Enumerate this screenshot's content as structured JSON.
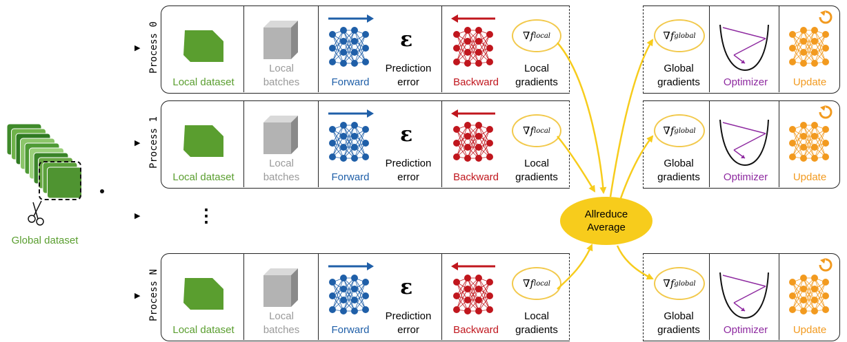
{
  "global_dataset_label": "Global dataset",
  "processes": [
    {
      "label": "Process 0"
    },
    {
      "label": "Process 1"
    },
    {
      "label": "Process N"
    }
  ],
  "ellipsis": "⋮",
  "stages": {
    "local_dataset": "Local dataset",
    "local_batches": [
      "Local",
      "batches"
    ],
    "forward": "Forward",
    "prediction_error": [
      "Prediction",
      "error"
    ],
    "epsilon": "ε",
    "backward": "Backward",
    "local_gradients": [
      "Local",
      "gradients"
    ],
    "grad_local_symbol": "∇f",
    "grad_local_sub": "local",
    "global_gradients": [
      "Global",
      "gradients"
    ],
    "grad_global_symbol": "∇f",
    "grad_global_sub": "global",
    "optimizer": "Optimizer",
    "update": "Update"
  },
  "allreduce": [
    "Allreduce",
    "Average"
  ],
  "colors": {
    "green": "#5a9e2f",
    "gray": "#9a9a9a",
    "blue": "#1f5fa8",
    "red": "#c0161d",
    "purple": "#8e2aa0",
    "orange": "#f29a1f",
    "yellow": "#f7cc1c"
  }
}
